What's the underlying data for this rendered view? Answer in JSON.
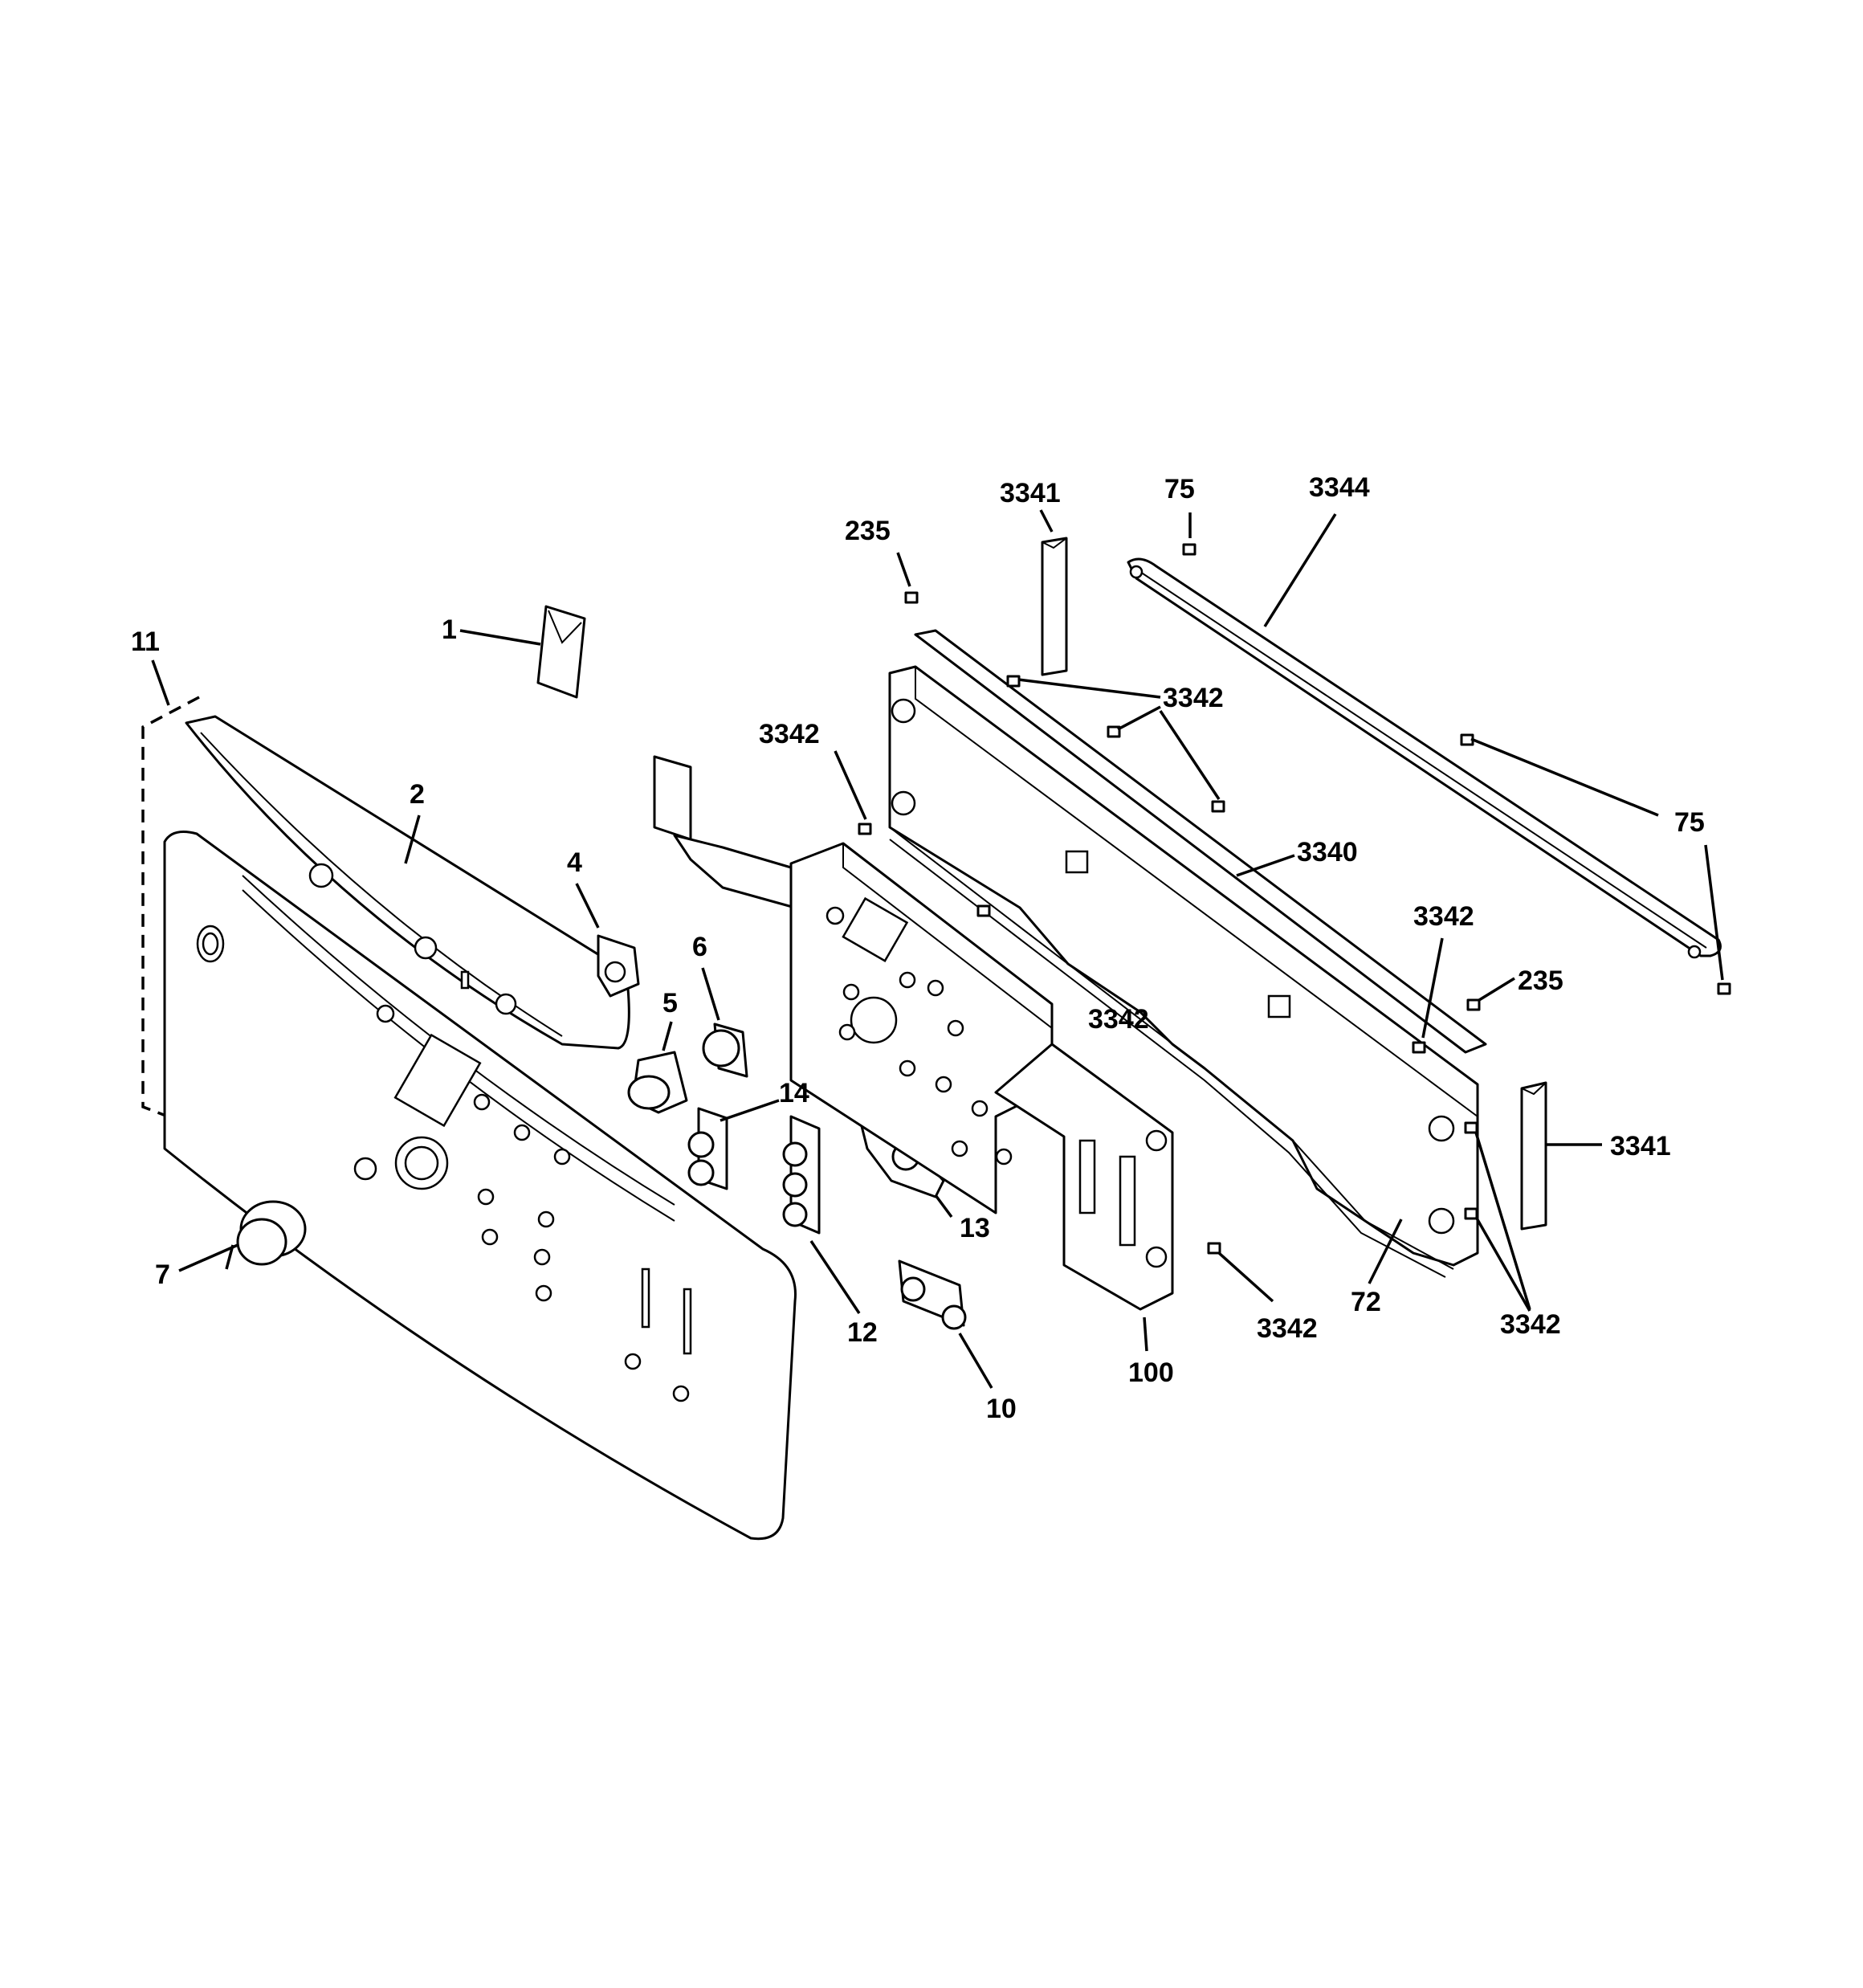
{
  "callouts": [
    {
      "id": "c-1",
      "text": "1"
    },
    {
      "id": "c-2",
      "text": "2"
    },
    {
      "id": "c-4",
      "text": "4"
    },
    {
      "id": "c-5",
      "text": "5"
    },
    {
      "id": "c-6",
      "text": "6"
    },
    {
      "id": "c-7",
      "text": "7"
    },
    {
      "id": "c-10",
      "text": "10"
    },
    {
      "id": "c-11",
      "text": "11"
    },
    {
      "id": "c-12",
      "text": "12"
    },
    {
      "id": "c-13",
      "text": "13"
    },
    {
      "id": "c-14",
      "text": "14"
    },
    {
      "id": "c-72",
      "text": "72"
    },
    {
      "id": "c-75a",
      "text": "75"
    },
    {
      "id": "c-75b",
      "text": "75"
    },
    {
      "id": "c-100",
      "text": "100"
    },
    {
      "id": "c-235a",
      "text": "235"
    },
    {
      "id": "c-235b",
      "text": "235"
    },
    {
      "id": "c-3340",
      "text": "3340"
    },
    {
      "id": "c-3341a",
      "text": "3341"
    },
    {
      "id": "c-3341b",
      "text": "3341"
    },
    {
      "id": "c-3342a",
      "text": "3342"
    },
    {
      "id": "c-3342b",
      "text": "3342"
    },
    {
      "id": "c-3342c",
      "text": "3342"
    },
    {
      "id": "c-3342d",
      "text": "3342"
    },
    {
      "id": "c-3342e",
      "text": "3342"
    },
    {
      "id": "c-3342f",
      "text": "3342"
    },
    {
      "id": "c-3344",
      "text": "3344"
    }
  ]
}
